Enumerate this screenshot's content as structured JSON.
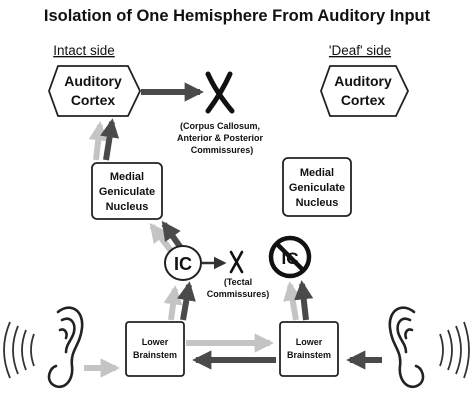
{
  "title": "Isolation of One Hemisphere From Auditory Input",
  "sides": {
    "intact": "Intact side",
    "deaf": "'Deaf' side"
  },
  "left": {
    "auditory_cortex": [
      "Auditory",
      "Cortex"
    ],
    "mgn": [
      "Medial",
      "Geniculate",
      "Nucleus"
    ],
    "ic": "IC",
    "lower_brainstem": [
      "Lower",
      "Brainstem"
    ]
  },
  "right": {
    "auditory_cortex": [
      "Auditory",
      "Cortex"
    ],
    "mgn": [
      "Medial",
      "Geniculate",
      "Nucleus"
    ],
    "ic": "IC",
    "lower_brainstem": [
      "Lower",
      "Brainstem"
    ]
  },
  "blocked_connections": {
    "corpus_callosum_label": [
      "(Corpus Callosum,",
      "Anterior & Posterior",
      "Commissures)"
    ],
    "tectal_label": [
      "(Tectal",
      "Commissures)"
    ]
  },
  "colors": {
    "dark_arrow": "#4a4a4a",
    "light_arrow": "#c4c4c4",
    "box_stroke": "#222222",
    "x_mark": "#111111"
  }
}
